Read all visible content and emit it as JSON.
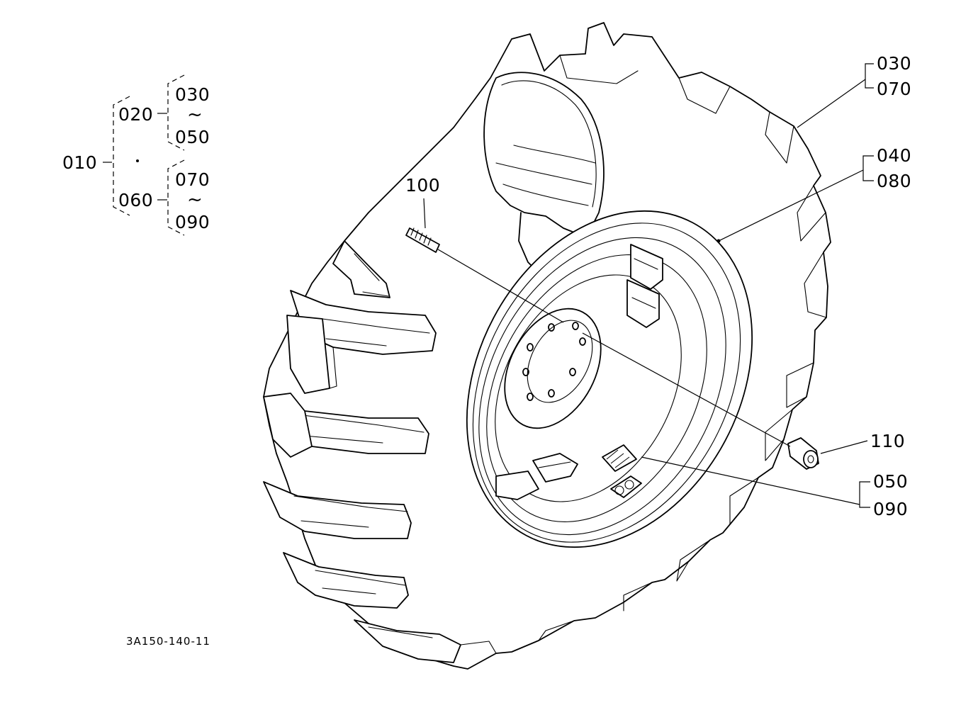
{
  "diagram": {
    "drawing_code": "3A150-140-11",
    "hierarchy": {
      "root": "010",
      "dot": "·",
      "groups": [
        {
          "parent": "020",
          "from": "030",
          "to": "050"
        },
        {
          "parent": "060",
          "from": "070",
          "to": "090"
        }
      ],
      "tilde": "~"
    },
    "callouts": {
      "c100": "100",
      "c030": "030",
      "c070": "070",
      "c040": "040",
      "c080": "080",
      "c110": "110",
      "c050": "050",
      "c090": "090"
    },
    "colors": {
      "ink": "#000000",
      "paper": "#ffffff"
    }
  }
}
